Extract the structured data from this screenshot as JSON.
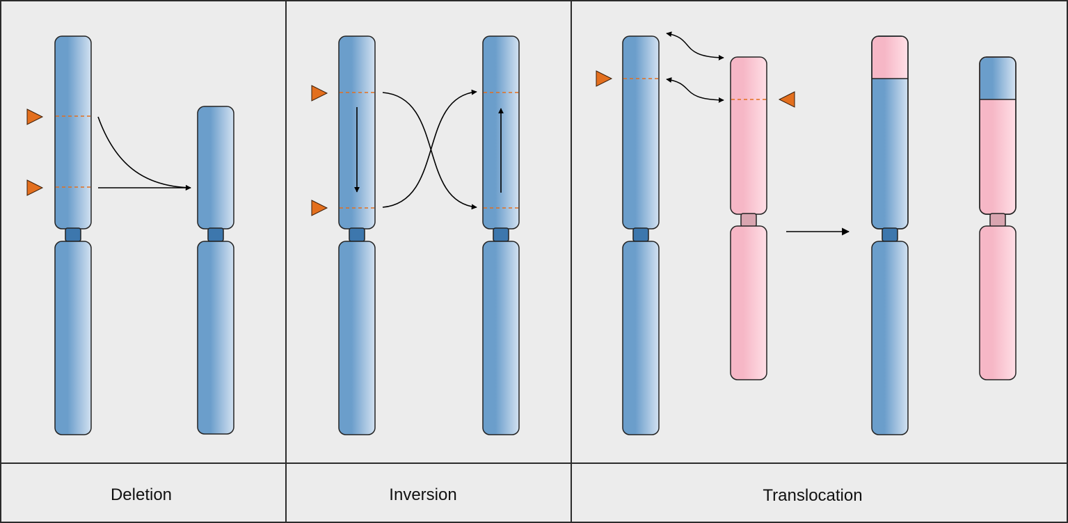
{
  "panels": [
    {
      "id": "deletion",
      "label": "Deletion"
    },
    {
      "id": "inversion",
      "label": "Inversion"
    },
    {
      "id": "translocation",
      "label": "Translocation"
    }
  ],
  "colors": {
    "panel_background": "#ececec",
    "border": "#2b2b2b",
    "chromosome_blue_dark": "#6b9ecb",
    "chromosome_blue_light": "#d2e1f1",
    "centromere_blue": "#3d77ad",
    "chromosome_pink_dark": "#f6b7c6",
    "chromosome_pink_light": "#ffdfe6",
    "centromere_pink": "#d9a5b0",
    "breakpoint_marker": "#e36f1e",
    "breakpoint_line": "#e36f1e",
    "arrow": "#000000"
  }
}
